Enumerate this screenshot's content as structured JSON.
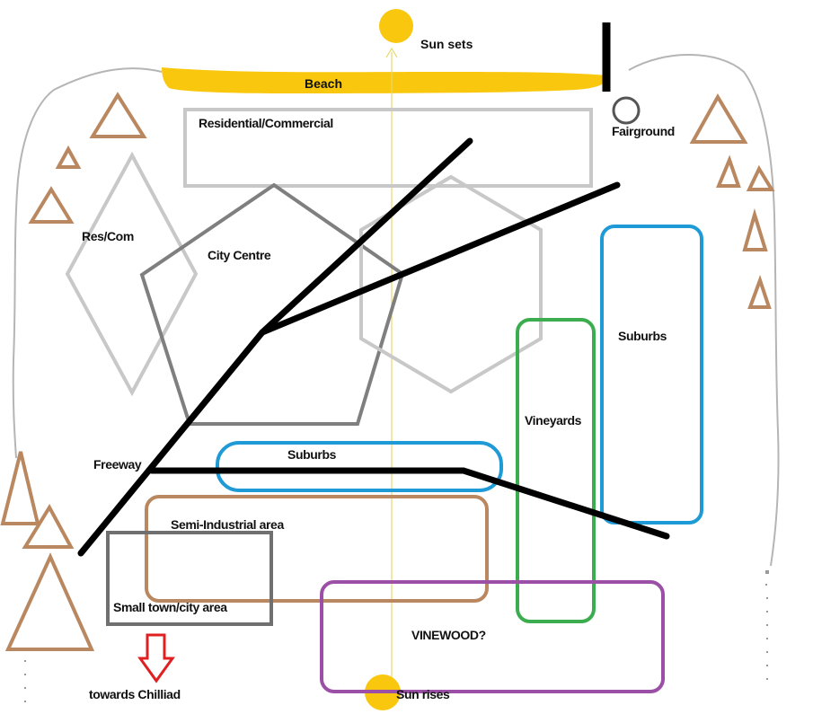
{
  "labels": {
    "sun_sets": "Sun sets",
    "beach": "Beach",
    "residential_commercial": "Residential/Commercial",
    "fairground": "Fairground",
    "res_com": "Res/Com",
    "city_centre": "City Centre",
    "suburbs_east": "Suburbs",
    "vineyards": "Vineyards",
    "freeway": "Freeway",
    "suburbs_central": "Suburbs",
    "semi_industrial": "Semi-Industrial area",
    "small_town": "Small town/city area",
    "vinewood": "VINEWOOD?",
    "towards_chilliad": "towards Chilliad",
    "sun_rises": "Sun rises"
  },
  "colors": {
    "sun": "#F9C80E",
    "beach": "#F9C80E",
    "coastline": "#B5B5B5",
    "light_gray": "#C8C8C8",
    "dark_gray": "#7F7F7F",
    "mountain": "#B98860",
    "road": "#000000",
    "suburbs": "#1E9AD6",
    "vineyards": "#3CAD4F",
    "semi_industrial": "#B98860",
    "small_town": "#707070",
    "vinewood": "#9B4FA6",
    "chilliad_arrow": "#E02020",
    "sun_path": "#E8D76A"
  },
  "icons": {
    "sun": "sun-icon",
    "mountain": "mountain-icon",
    "fairground": "fairground-circle-icon",
    "arrow": "down-arrow-icon"
  }
}
